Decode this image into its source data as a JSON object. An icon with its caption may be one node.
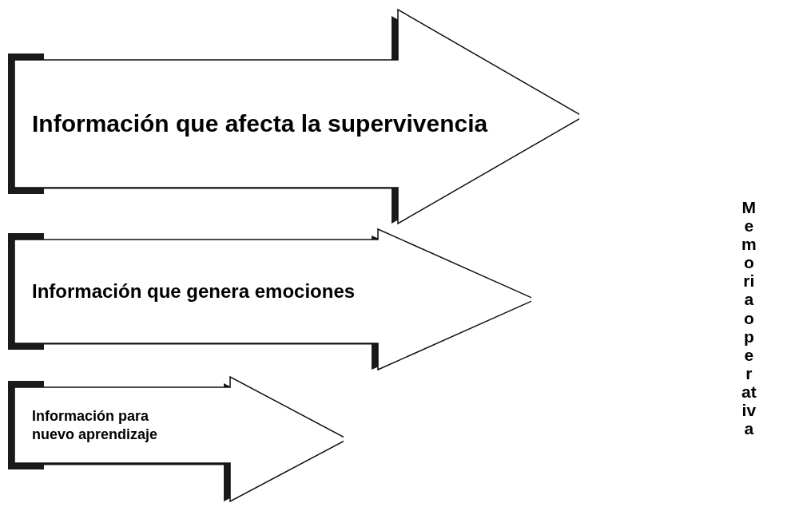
{
  "diagram": {
    "nodes": [
      {
        "text": [
          "Información que afecta la supervivencia"
        ]
      },
      {
        "text": [
          "Información que genera emociones"
        ]
      },
      {
        "text": [
          "Información para nuevo aprendizaje"
        ]
      }
    ],
    "labels": [
      "Memoria operativa"
    ]
  }
}
